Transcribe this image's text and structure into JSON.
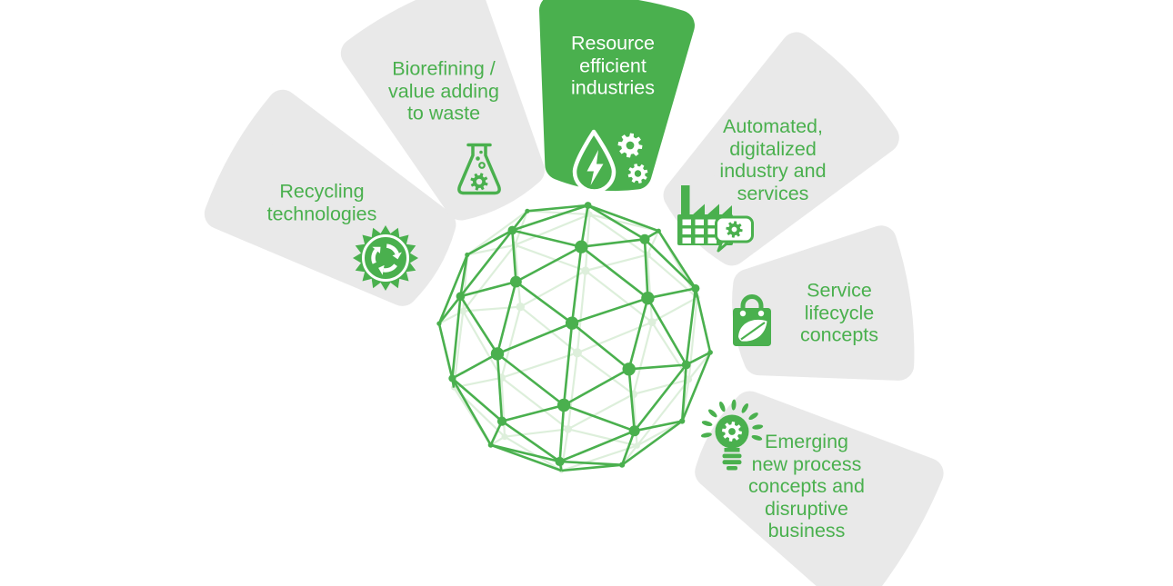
{
  "diagram": {
    "colors": {
      "accent_green": "#4ab04e",
      "petal_gray": "#e9e9e9",
      "sphere_back_green": "#ddefdb",
      "highlight_label": "#ffffff"
    },
    "center": {
      "graphic": "connected-network-sphere"
    },
    "segments": [
      {
        "id": "recycling-technologies",
        "label": "Recycling\ntechnologies",
        "icon": "recycling-icon",
        "highlighted": false
      },
      {
        "id": "biorefining-value-adding-to-waste",
        "label": "Biorefining /\nvalue adding\nto waste",
        "icon": "flask-gear-icon",
        "highlighted": false
      },
      {
        "id": "resource-efficient-industries",
        "label": "Resource\nefficient\nindustries",
        "icon": "water-energy-gears-icon",
        "highlighted": true
      },
      {
        "id": "automated-digitalized-industry-and-services",
        "label": "Automated,\ndigitalized\nindustry and\nservices",
        "icon": "factory-gear-bubble-icon",
        "highlighted": false
      },
      {
        "id": "service-lifecycle-concepts",
        "label": "Service\nlifecycle\nconcepts",
        "icon": "shopping-bag-leaf-icon",
        "highlighted": false
      },
      {
        "id": "emerging-new-process-concepts-and-disruptive-business",
        "label": "Emerging\nnew process\nconcepts and\ndisruptive\nbusiness",
        "icon": "lightbulb-gear-icon",
        "highlighted": false
      }
    ]
  }
}
